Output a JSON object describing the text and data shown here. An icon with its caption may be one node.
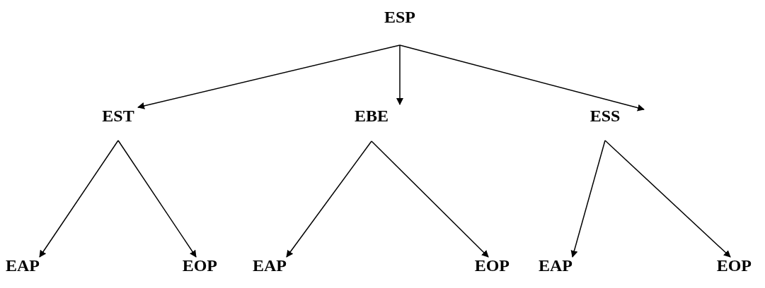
{
  "diagram": {
    "nodes": [
      {
        "text": [
          "ESP"
        ]
      },
      {
        "text": [
          "EST"
        ]
      },
      {
        "text": [
          "EBE"
        ]
      },
      {
        "text": [
          "ESS"
        ]
      },
      {
        "text": [
          "EAP"
        ]
      },
      {
        "text": [
          "EOP"
        ]
      },
      {
        "text": [
          "EAP"
        ]
      },
      {
        "text": [
          "EOP"
        ]
      },
      {
        "text": [
          "EAP"
        ]
      },
      {
        "text": [
          "EOP"
        ]
      }
    ],
    "edges": [
      {
        "from": 0,
        "to": 1,
        "arrow": "to"
      },
      {
        "from": 0,
        "to": 2,
        "arrow": "to"
      },
      {
        "from": 0,
        "to": 3,
        "arrow": "to"
      },
      {
        "from": 1,
        "to": 4,
        "arrow": "to"
      },
      {
        "from": 1,
        "to": 5,
        "arrow": "to"
      },
      {
        "from": 2,
        "to": 6,
        "arrow": "to"
      },
      {
        "from": 2,
        "to": 7,
        "arrow": "to"
      },
      {
        "from": 3,
        "to": 8,
        "arrow": "to"
      },
      {
        "from": 3,
        "to": 9,
        "arrow": "to"
      }
    ]
  }
}
